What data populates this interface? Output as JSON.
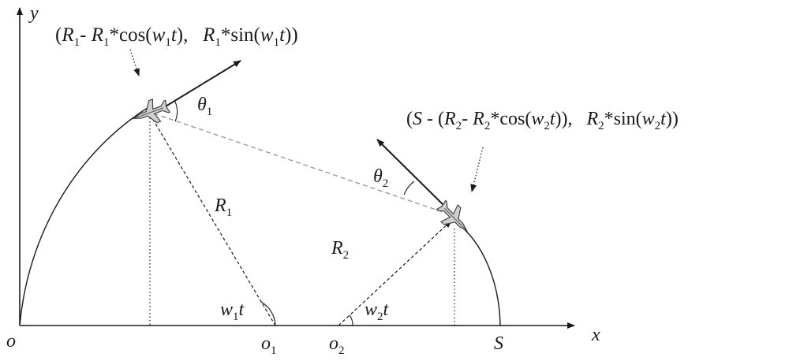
{
  "axes": {
    "y": "y",
    "x": "x",
    "origin": "o"
  },
  "points": {
    "o1": "o",
    "o1_sub": "1",
    "o2": "o",
    "o2_sub": "2",
    "S": "S"
  },
  "radii": {
    "r1": "R",
    "r1_sub": "1",
    "r2": "R",
    "r2_sub": "2"
  },
  "angles": {
    "w1t_w": "w",
    "w1t_sub": "1",
    "w1t_t": "t",
    "w2t_w": "w",
    "w2t_sub": "2",
    "w2t_t": "t",
    "theta1": "θ",
    "theta1_sub": "1",
    "theta2": "θ",
    "theta2_sub": "2"
  },
  "coord1": {
    "p1": "(",
    "R_a": "R",
    "sub_a": "1",
    "minus": "- ",
    "R_b": "R",
    "sub_b": "1",
    "cos": "*cos(",
    "w": "w",
    "sub_w": "1",
    "t": "t",
    "mid": "),   ",
    "R_c": "R",
    "sub_c": "1",
    "sin": "*sin(",
    "w2": "w",
    "sub_w2": "1",
    "t2": "t",
    "end": "))"
  },
  "coord2": {
    "p1": "(",
    "S": "S",
    "minus1": " - (",
    "R_a": "R",
    "sub_a": "2",
    "minus2": "- ",
    "R_b": "R",
    "sub_b": "2",
    "cos": "*cos(",
    "w": "w",
    "sub_w": "2",
    "t": "t",
    "mid": ")),   ",
    "R_c": "R",
    "sub_c": "2",
    "sin": "*sin(",
    "w2": "w",
    "sub_w2": "2",
    "t2": "t",
    "end": "))"
  },
  "icons": [
    "aircraft-icon",
    "aircraft-icon"
  ],
  "colors": {
    "ink": "#1a1a1a",
    "sightline": "#9a9a9a"
  }
}
